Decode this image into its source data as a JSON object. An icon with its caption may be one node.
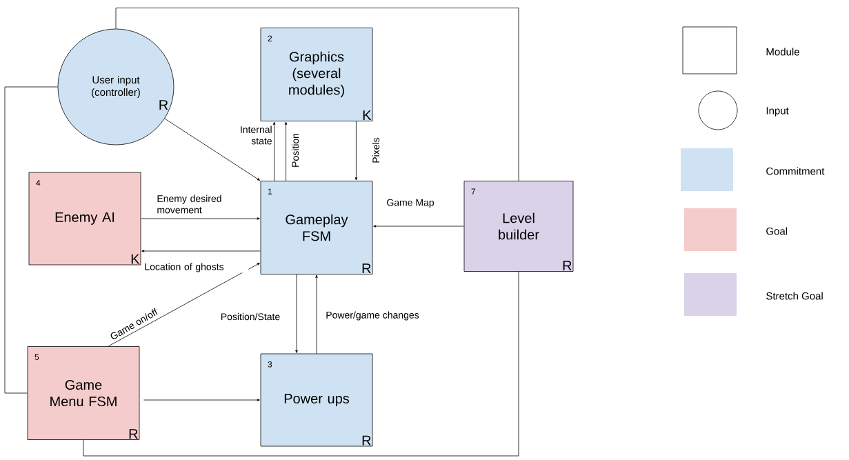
{
  "diagram": {
    "nodes": [
      {
        "text": [
          "User input (controller)",
          "R"
        ]
      },
      {
        "text": [
          "2",
          "Graphics (several modules)",
          "K"
        ]
      },
      {
        "text": [
          "4",
          "Enemy AI",
          "K"
        ]
      },
      {
        "text": [
          "1",
          "Gameplay FSM",
          "R"
        ]
      },
      {
        "text": [
          "7",
          "Level builder",
          "R"
        ]
      },
      {
        "text": [
          "5",
          "Game Menu FSM",
          "R"
        ]
      },
      {
        "text": [
          "3",
          "Power ups",
          "R"
        ]
      }
    ],
    "edges": [
      {
        "from": 0,
        "to": 3,
        "arrow": "to"
      },
      {
        "from": 3,
        "to": 1,
        "arrow": "to",
        "label": "Internal state"
      },
      {
        "from": 3,
        "to": 1,
        "arrow": "to",
        "label": "Position"
      },
      {
        "from": 1,
        "to": 3,
        "arrow": "to",
        "label": "Pixels"
      },
      {
        "from": 2,
        "to": 3,
        "arrow": "to",
        "label": "Enemy desired movement"
      },
      {
        "from": 3,
        "to": 2,
        "arrow": "to",
        "label": "Location of ghosts"
      },
      {
        "from": 5,
        "to": 3,
        "arrow": "to",
        "label": "Game on/off"
      },
      {
        "from": 4,
        "to": 3,
        "arrow": "to",
        "label": "Game Map"
      },
      {
        "from": 3,
        "to": 6,
        "arrow": "to",
        "label": "Position/State"
      },
      {
        "from": 6,
        "to": 3,
        "arrow": "to",
        "label": "Power/game changes"
      },
      {
        "from": 5,
        "to": 6,
        "arrow": "to"
      },
      {
        "from": 0,
        "to": 4,
        "arrow": "none"
      },
      {
        "from": 4,
        "to": 5,
        "arrow": "none"
      },
      {
        "from": 0,
        "to": 5,
        "arrow": "none"
      }
    ],
    "legend": [
      {
        "text": "Module"
      },
      {
        "text": "Input"
      },
      {
        "text": "Commitment",
        "color": "#cfe2f3"
      },
      {
        "text": "Goal",
        "color": "#f4cccc"
      },
      {
        "text": "Stretch Goal",
        "color": "#d9d2e9"
      }
    ]
  }
}
